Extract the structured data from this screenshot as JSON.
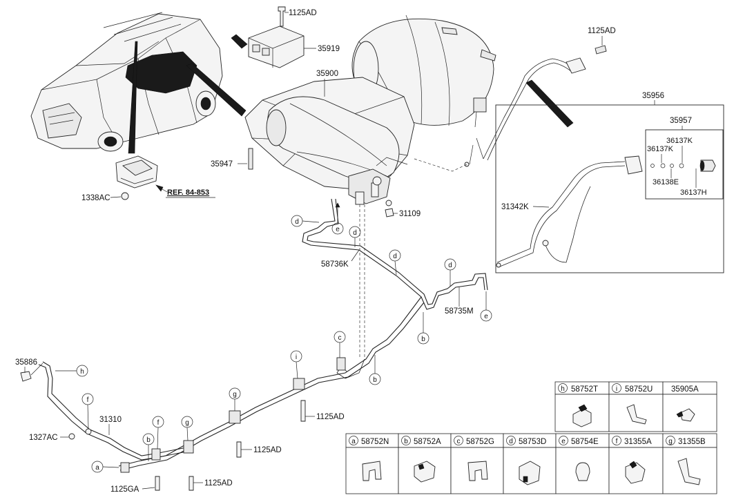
{
  "callouts": {
    "p1125ad_top": "1125AD",
    "p35919": "35919",
    "p1125ad_right": "1125AD",
    "p35900": "35900",
    "p35956": "35956",
    "p35957": "35957",
    "p36137k_a": "36137K",
    "p36137k_b": "36137K",
    "p36138e": "36138E",
    "p36137h": "36137H",
    "p31342k": "31342K",
    "p35947": "35947",
    "p1338ac": "1338AC",
    "ref": "REF. 84-853",
    "p31109": "31109",
    "p58736k": "58736K",
    "p58735m": "58735M",
    "p35886": "35886",
    "p31310": "31310",
    "p1327ac": "1327AC",
    "p1125ad_mid": "1125AD",
    "p1125ad_low1": "1125AD",
    "p1125ad_low2": "1125AD",
    "p1125ga": "1125GA"
  },
  "letters": {
    "a": "a",
    "b": "b",
    "c": "c",
    "d": "d",
    "e": "e",
    "f": "f",
    "g": "g",
    "h": "h",
    "i": "i"
  },
  "legend_top": [
    {
      "letter": "h",
      "part": "58752T"
    },
    {
      "letter": "i",
      "part": "58752U"
    },
    {
      "letter": "",
      "part": "35905A"
    }
  ],
  "legend_bottom": [
    {
      "letter": "a",
      "part": "58752N"
    },
    {
      "letter": "b",
      "part": "58752A"
    },
    {
      "letter": "c",
      "part": "58752G"
    },
    {
      "letter": "d",
      "part": "58753D"
    },
    {
      "letter": "e",
      "part": "58754E"
    },
    {
      "letter": "f",
      "part": "31355A"
    },
    {
      "letter": "g",
      "part": "31355B"
    }
  ]
}
